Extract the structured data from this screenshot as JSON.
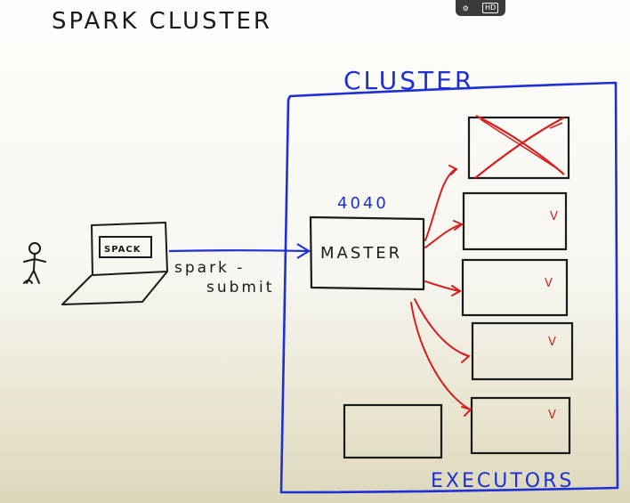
{
  "diagram": {
    "title": "SPARK CLUSTER",
    "cluster_label": "CLUSTER",
    "master_label": "MASTER",
    "port_label": "4040",
    "laptop_screen_label": "SPACK",
    "submit_label_line1": "spark -",
    "submit_label_line2": "submit",
    "executors_label": "EXECUTORS",
    "check_mark": "V",
    "colors": {
      "ink": "#1a1a1a",
      "cluster_blue": "#1f2fd6",
      "arrow_red": "#d62020"
    }
  },
  "video_badge": {
    "label": "HD"
  }
}
